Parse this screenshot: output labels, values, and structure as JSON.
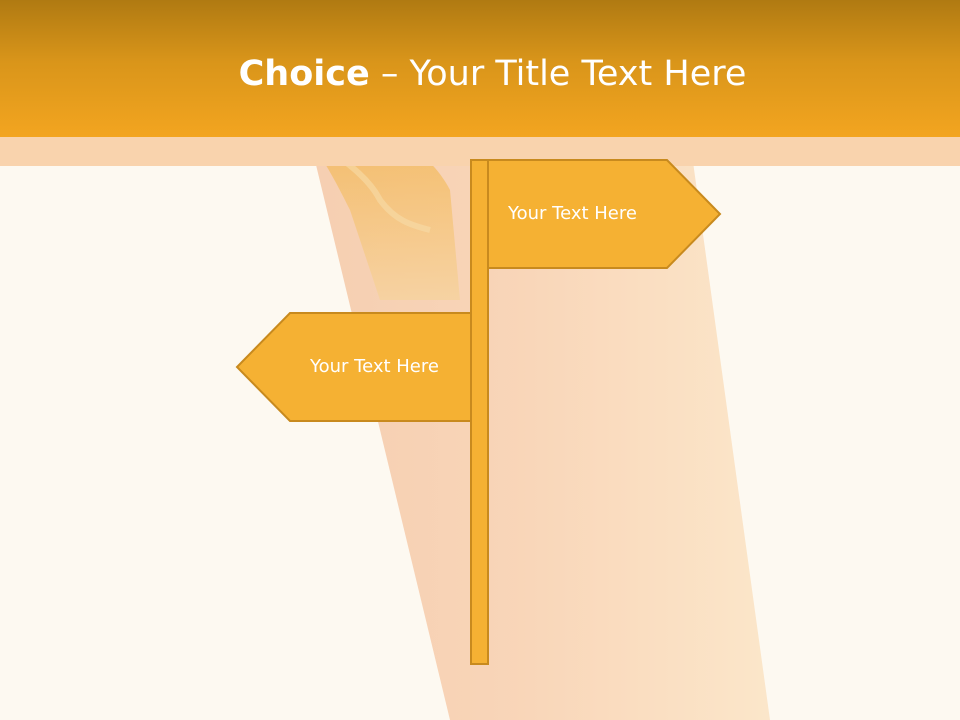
{
  "slide": {
    "title_bold": "Choice",
    "title_rest": " – Your Title Text Here",
    "signs": [
      {
        "label": "Your Text Here",
        "direction": "right"
      },
      {
        "label": "Your Text Here",
        "direction": "left"
      }
    ]
  },
  "colors": {
    "header": "#f3a520",
    "sign_fill": "#f5b133",
    "sign_stroke": "#c88a1e",
    "background": "#fdf9f1"
  }
}
